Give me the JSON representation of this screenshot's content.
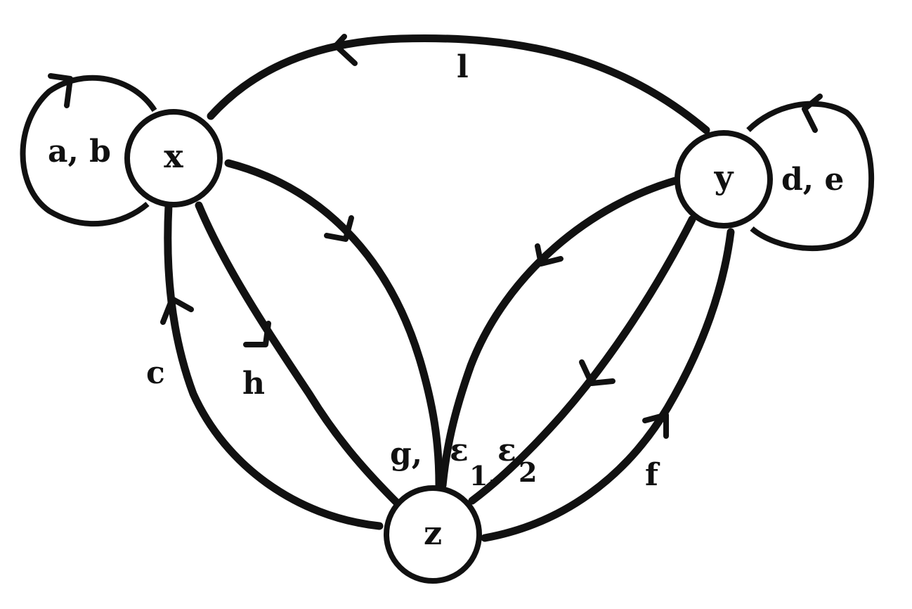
{
  "nodes": {
    "x": {
      "label": "x"
    },
    "y": {
      "label": "y"
    },
    "z": {
      "label": "z"
    }
  },
  "edges": {
    "loop_x": {
      "label": "a, b"
    },
    "loop_y": {
      "label": "d, e"
    },
    "y_to_x": {
      "label": "l"
    },
    "z_to_x": {
      "label": "c"
    },
    "x_to_z_h": {
      "label": "h"
    },
    "x_to_z_g": {
      "label": "g,"
    },
    "y_to_z_eps1": {
      "label": "ε",
      "sub": "1",
      "sep": ","
    },
    "y_to_z_eps2": {
      "label": "ε",
      "sub": "2"
    },
    "z_to_y": {
      "label": "f"
    }
  }
}
